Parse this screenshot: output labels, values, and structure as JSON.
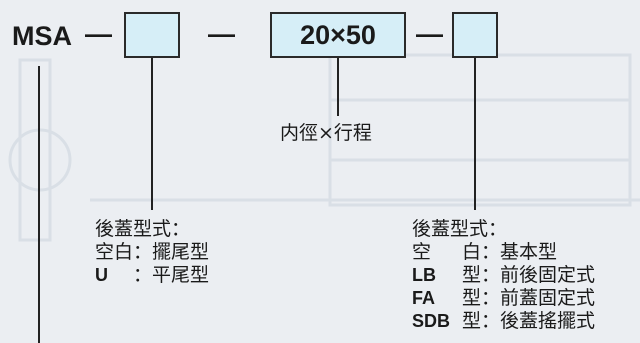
{
  "prefix": "MSA",
  "dash": "—",
  "cylinder": {
    "size_value": "20×50",
    "size_label": "内徑×行程"
  },
  "rear_cover_left": {
    "title": "後蓋型式：",
    "options": [
      {
        "code": "空白",
        "sep": "：",
        "desc": "擺尾型"
      },
      {
        "code": "U",
        "sep": "：",
        "desc": "平尾型"
      }
    ]
  },
  "rear_cover_right": {
    "title": "後蓋型式：",
    "options": [
      {
        "code": "空",
        "suffix": "白",
        "sep": "：",
        "desc": "基本型"
      },
      {
        "code": "LB",
        "suffix": "型",
        "sep": "：",
        "desc": "前後固定式"
      },
      {
        "code": "FA",
        "suffix": "型",
        "sep": "：",
        "desc": "前蓋固定式"
      },
      {
        "code": "SDB",
        "suffix": "型",
        "sep": "：",
        "desc": "後蓋搖擺式"
      }
    ]
  }
}
